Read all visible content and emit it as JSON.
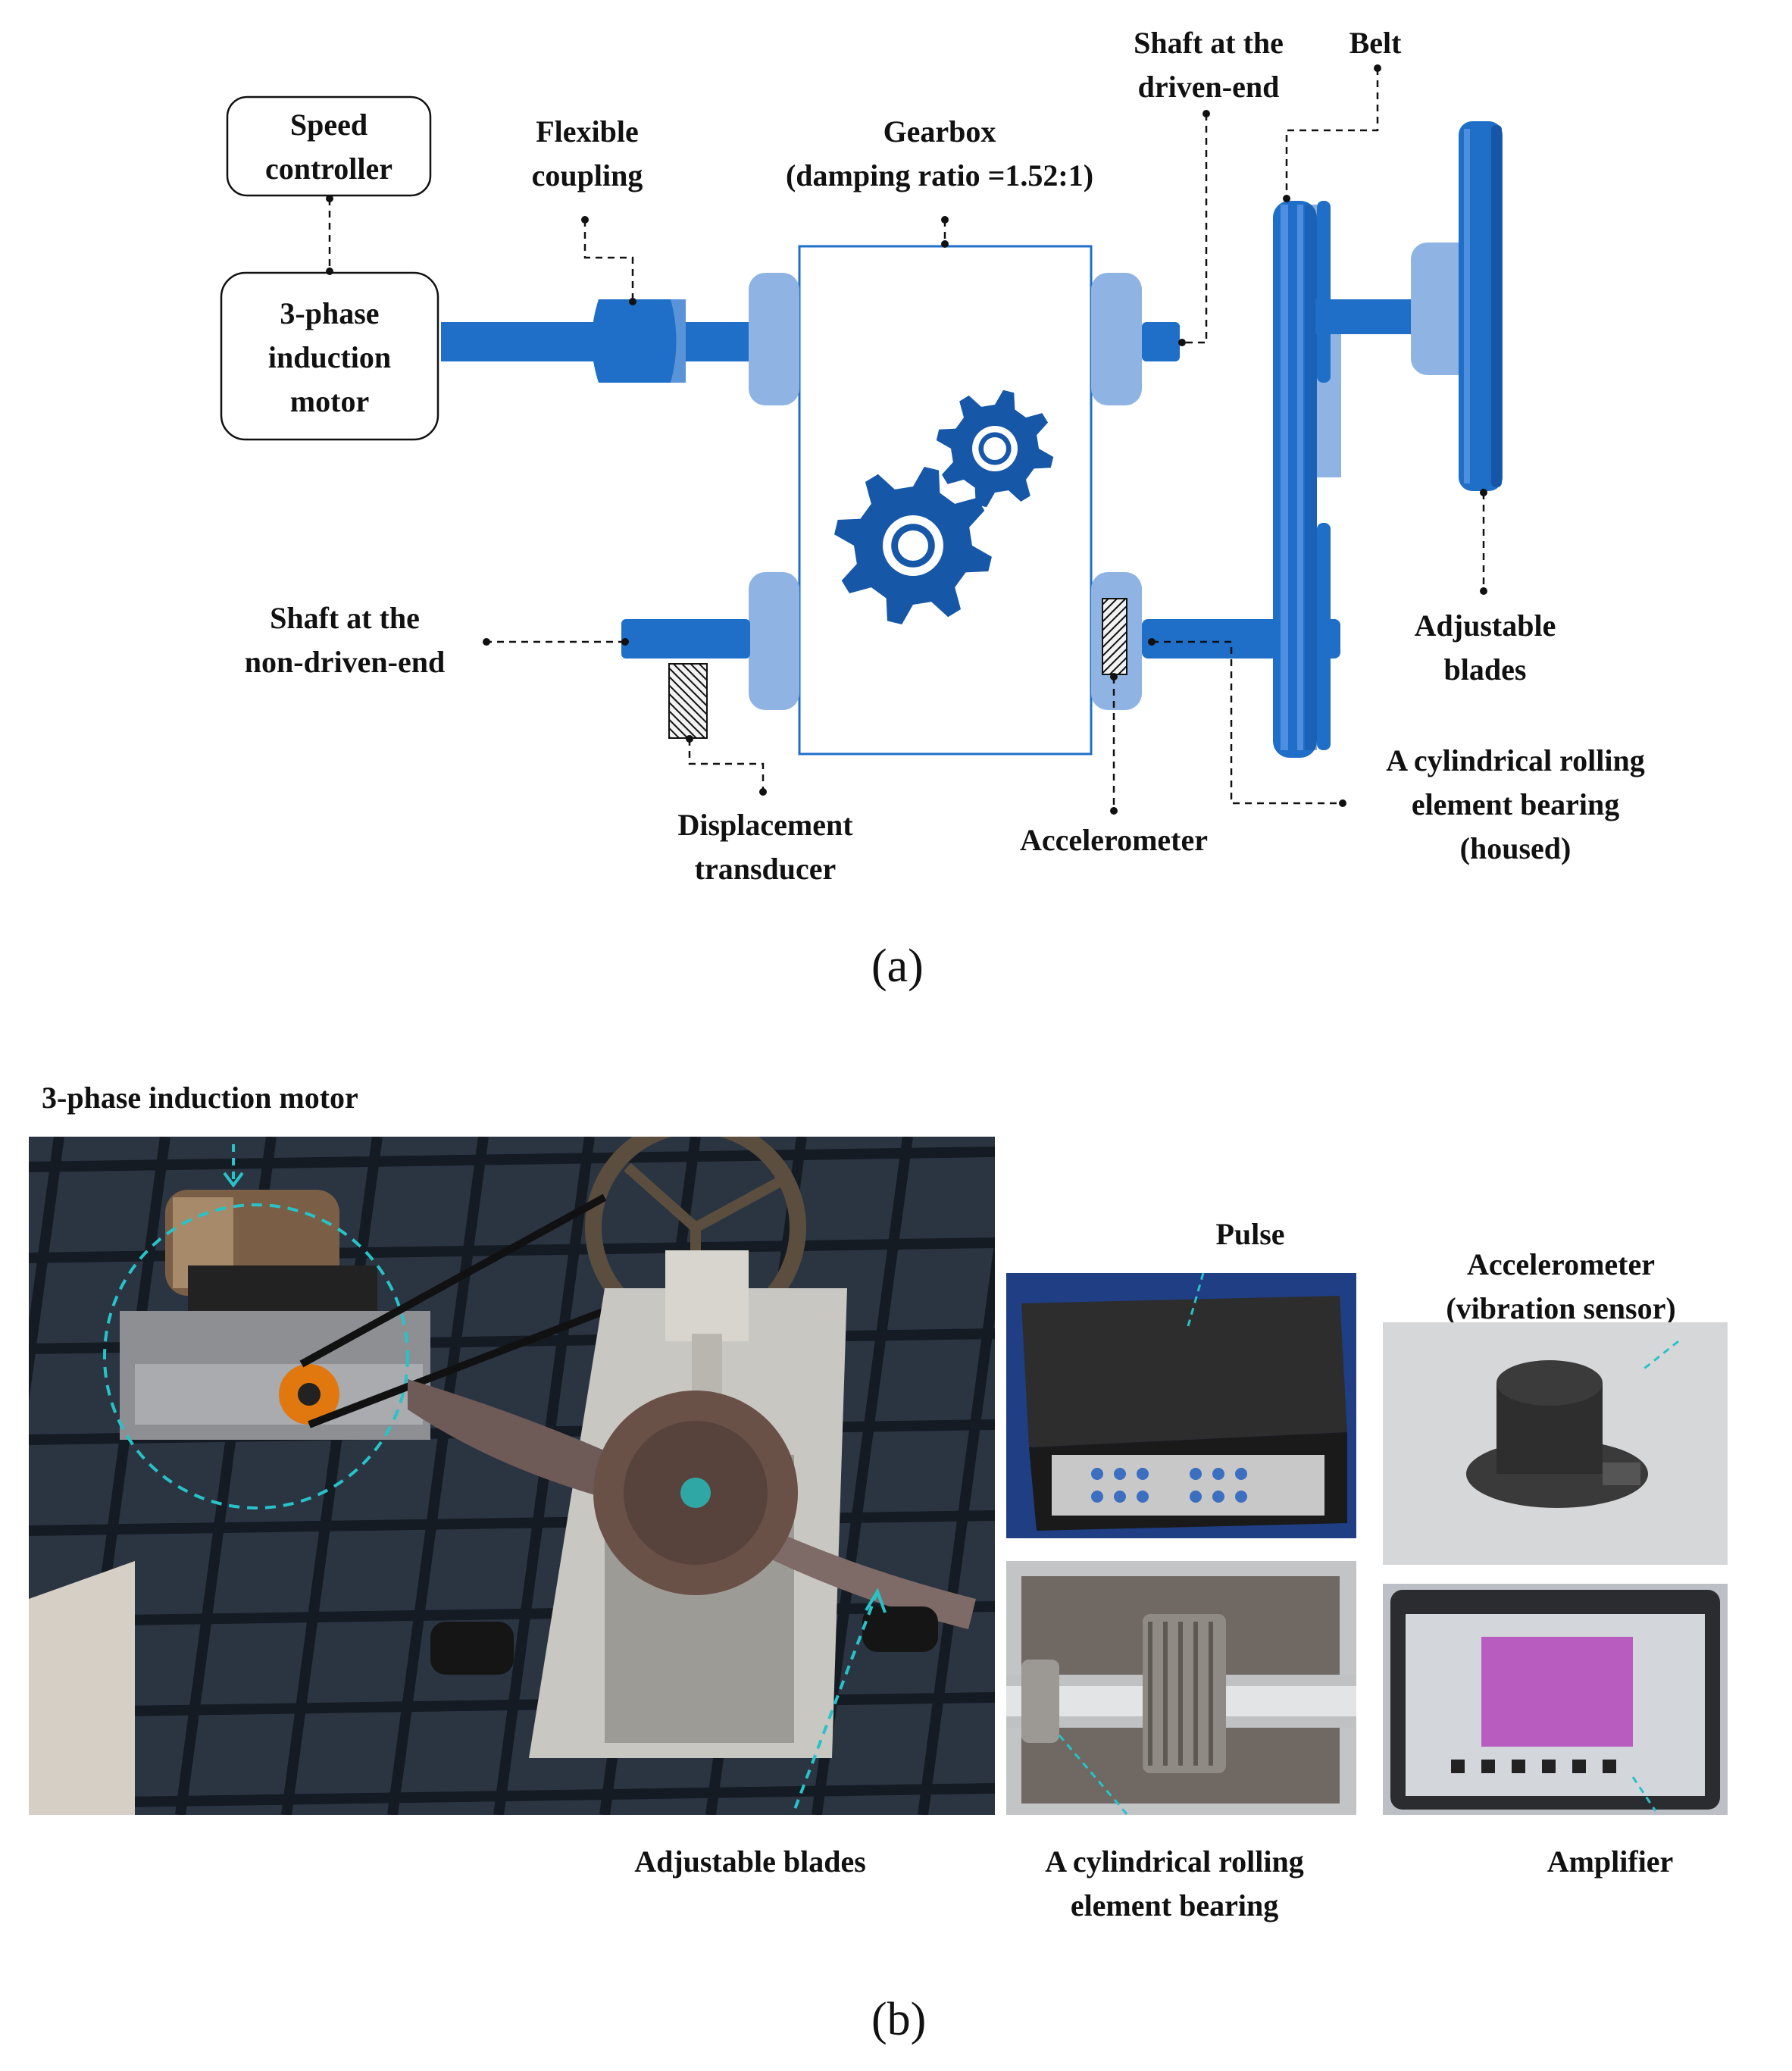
{
  "panel_a": {
    "label": "(a)",
    "speed_controller": [
      "Speed",
      "controller"
    ],
    "motor": [
      "3-phase",
      "induction",
      "motor"
    ],
    "flexible_coupling": [
      "Flexible",
      "coupling"
    ],
    "gearbox": [
      "Gearbox",
      "(damping ratio =1.52:1)"
    ],
    "shaft_driven": [
      "Shaft at the",
      "driven-end"
    ],
    "belt": "Belt",
    "adjustable_blades": [
      "Adjustable",
      "blades"
    ],
    "shaft_non_driven": [
      "Shaft at the",
      "non-driven-end"
    ],
    "displacement_transducer": [
      "Displacement",
      "transducer"
    ],
    "accelerometer": "Accelerometer",
    "bearing": [
      "A cylindrical rolling",
      "element bearing",
      "(housed)"
    ]
  },
  "panel_b": {
    "label": "(b)",
    "motor": "3-phase induction motor",
    "pulse": "Pulse",
    "accelerometer": [
      "Accelerometer",
      "(vibration sensor)"
    ],
    "adjustable_blades": "Adjustable blades",
    "bearing": [
      "A cylindrical rolling",
      "element bearing"
    ],
    "amplifier": "Amplifier"
  },
  "colors": {
    "shaft_blue": "#1f6fc8",
    "housing_light_blue": "#8fb4e3",
    "gear_blue": "#1757a8",
    "leader_dash": "#111111",
    "photo_annotation": "#27c3c9"
  }
}
